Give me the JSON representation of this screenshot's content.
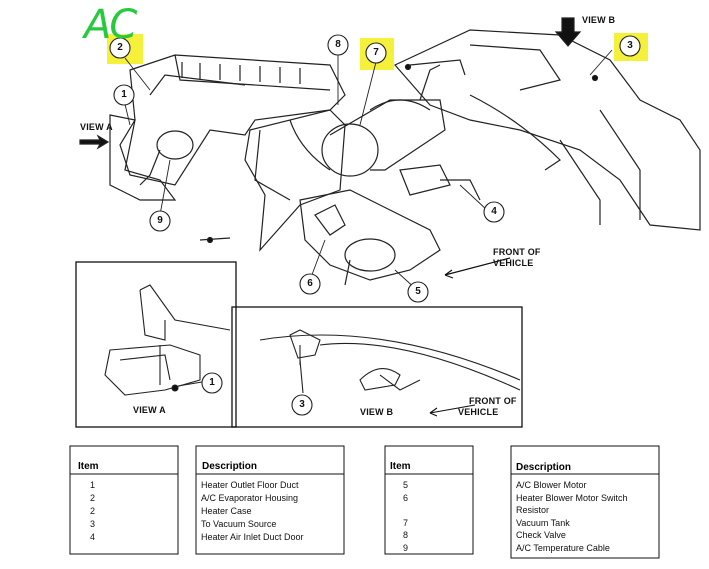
{
  "handwritten_mark": "AC",
  "labels": {
    "view_a_top": "VIEW A",
    "view_b_top": "VIEW B",
    "front_top_1": "FRONT OF",
    "front_top_2": "VEHICLE",
    "view_a_inset": "VIEW A",
    "view_b_inset": "VIEW B",
    "front_inset_1": "FRONT OF",
    "front_inset_2": "VEHICLE"
  },
  "callouts": {
    "c1": "1",
    "c2": "2",
    "c3": "3",
    "c4": "4",
    "c5": "5",
    "c6": "6",
    "c7": "7",
    "c8": "8",
    "c9": "9",
    "inset_a_1": "1",
    "inset_b_3": "3"
  },
  "highlight_color": "#f5f03a",
  "table_left": {
    "header_item": "Item",
    "header_desc": "Description",
    "rows": [
      {
        "item": "1",
        "desc": "Heater Outlet Floor Duct"
      },
      {
        "item": "2",
        "desc": "A/C Evaporator Housing"
      },
      {
        "item": "2",
        "desc": "Heater Case"
      },
      {
        "item": "3",
        "desc": "To Vacuum Source"
      },
      {
        "item": "4",
        "desc": "Heater Air Inlet Duct Door"
      }
    ]
  },
  "table_right": {
    "header_item": "Item",
    "header_desc": "Description",
    "rows": [
      {
        "item": "5",
        "desc": "A/C Blower Motor"
      },
      {
        "item": "6",
        "desc": "Heater Blower Motor Switch"
      },
      {
        "item": "",
        "desc": "Resistor"
      },
      {
        "item": "7",
        "desc": "Vacuum Tank"
      },
      {
        "item": "8",
        "desc": "Check Valve"
      },
      {
        "item": "9",
        "desc": "A/C Temperature Cable"
      }
    ]
  }
}
